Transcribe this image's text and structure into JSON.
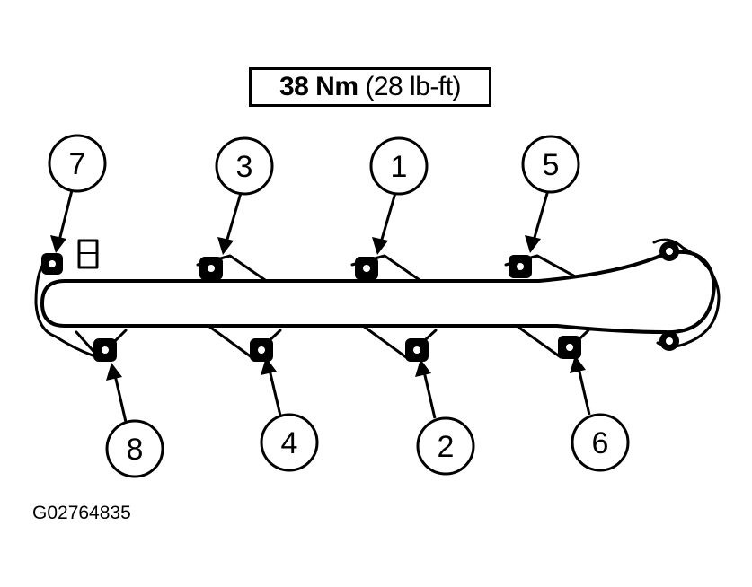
{
  "torque_spec": {
    "value": "38",
    "unit": "Nm",
    "alt": "(28 lb-ft)"
  },
  "figure_id": "G02764835",
  "bolts": [
    "1",
    "2",
    "3",
    "4",
    "5",
    "6",
    "7",
    "8"
  ],
  "colors": {
    "line": "#000000",
    "background": "#ffffff"
  }
}
